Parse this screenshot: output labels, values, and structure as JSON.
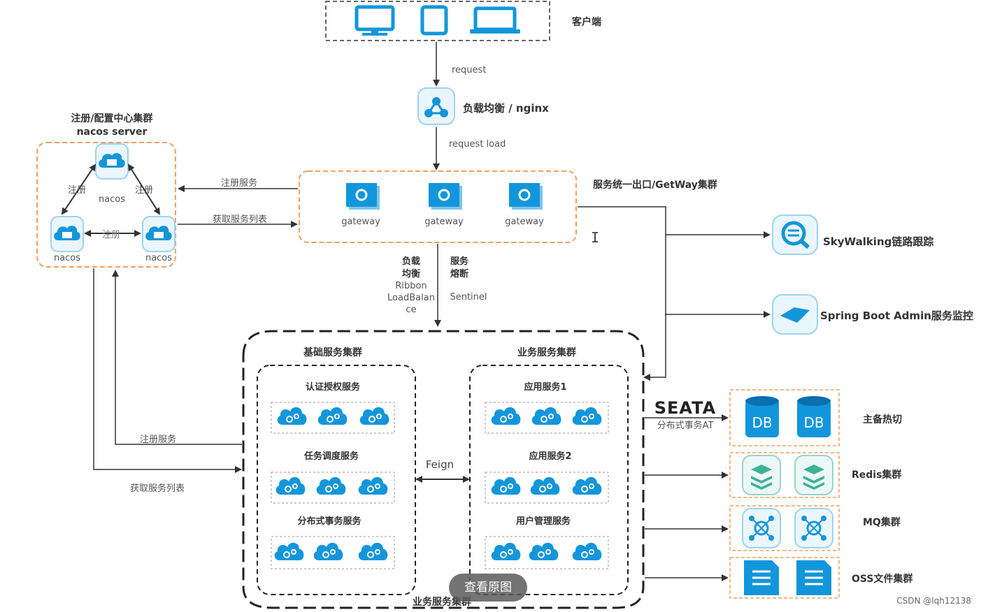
{
  "colors": {
    "accent": "#1296db",
    "orange_dashed": "#f0a060",
    "line": "#333333",
    "redis": "#3cb29a"
  },
  "client": {
    "label": "客户端",
    "icons": [
      "monitor-icon",
      "tablet-icon",
      "laptop-icon"
    ]
  },
  "lb": {
    "arrow1": "request",
    "label": "负载均衡 / nginx",
    "arrow2": "request load"
  },
  "nacos": {
    "title1": "注册/配置中心集群",
    "title2": "nacos server",
    "node_top": "nacos",
    "node_left": "nacos",
    "node_right": "nacos",
    "edge_left": "注册",
    "edge_right": "注册",
    "edge_bottom": "注册"
  },
  "gateway": {
    "label": "服务统一出口/GetWay集群",
    "items": [
      "gateway",
      "gateway",
      "gateway"
    ],
    "to_nacos": "注册服务",
    "from_nacos": "获取服务列表"
  },
  "middle": {
    "lb_line1": "负载",
    "lb_line2": "均衡",
    "ribbon1": "Ribbon",
    "ribbon2": "LoadBalan",
    "ribbon3": "ce",
    "fuse_line1": "服务",
    "fuse_line2": "熔断",
    "sentinel": "Sentinel"
  },
  "monitor": {
    "skywalking": "SkyWalking链路跟踪",
    "sba": "Spring Boot Admin服务监控"
  },
  "cluster": {
    "outer_label": "业务服务集群",
    "left_title": "基础服务集群",
    "right_title": "业务服务集群",
    "left_groups": [
      "认证授权服务",
      "任务调度服务",
      "分布式事务服务"
    ],
    "right_groups": [
      "应用服务1",
      "应用服务2",
      "用户管理服务"
    ],
    "feign": "Feign",
    "reg": "注册服务",
    "fetch": "获取服务列表"
  },
  "seata": {
    "logo": "SEATA",
    "label": "分布式事务AT"
  },
  "storage": {
    "db1": "DB",
    "db2": "DB",
    "db_label": "主备热切",
    "redis_label": "Redis集群",
    "mq_label": "MQ集群",
    "oss_label": "OSS文件集群"
  },
  "overlay": {
    "view_original": "查看原图",
    "watermark": "CSDN @lqh12138"
  }
}
